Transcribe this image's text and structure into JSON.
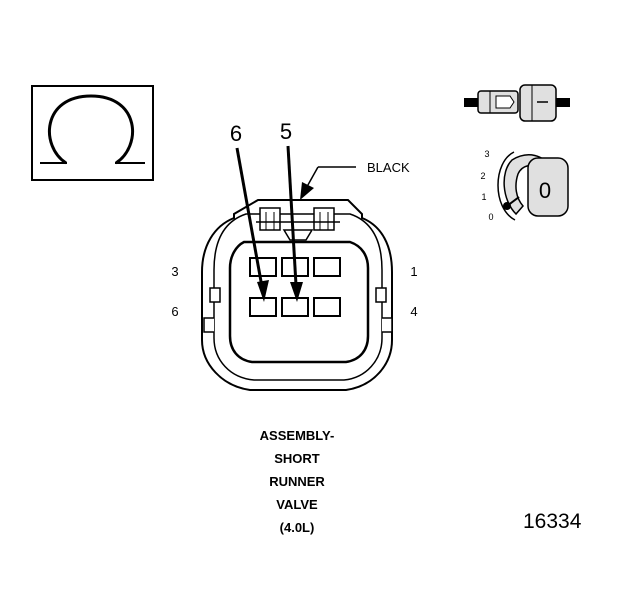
{
  "colors": {
    "ink": "#000000",
    "background": "#ffffff",
    "shade": "#e0e0e0"
  },
  "icons": {
    "ohm_symbol": "ohm-icon",
    "connector_mating": "connector-mating-icon",
    "meter_scale": "ohmmeter-dial-icon"
  },
  "probes": {
    "left": "6",
    "right": "5"
  },
  "wire_color_label": "BLACK",
  "pin_labels": {
    "top_left": "3",
    "bottom_left": "6",
    "top_right": "1",
    "bottom_right": "4"
  },
  "meter_dial": {
    "scale_marks": [
      "3",
      "2",
      "1",
      "0"
    ],
    "reading": "0"
  },
  "component_title": [
    "ASSEMBLY-",
    "SHORT",
    "RUNNER",
    "VALVE",
    "(4.0L)"
  ],
  "figure_number": "16334"
}
